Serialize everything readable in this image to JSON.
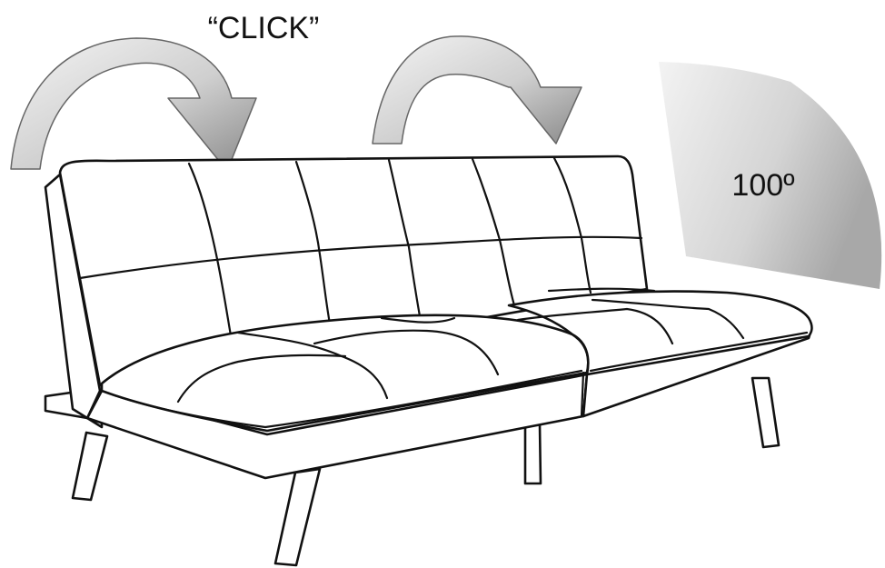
{
  "diagram": {
    "click_label": "“CLICK”",
    "angle_label": "100º",
    "arrow_color_light": "#f2f2f2",
    "arrow_color_dark": "#8a8a8a",
    "wedge_color_light": "#f3f3f3",
    "wedge_color_dark": "#a8a8a8",
    "subject": "futon-sofa"
  }
}
